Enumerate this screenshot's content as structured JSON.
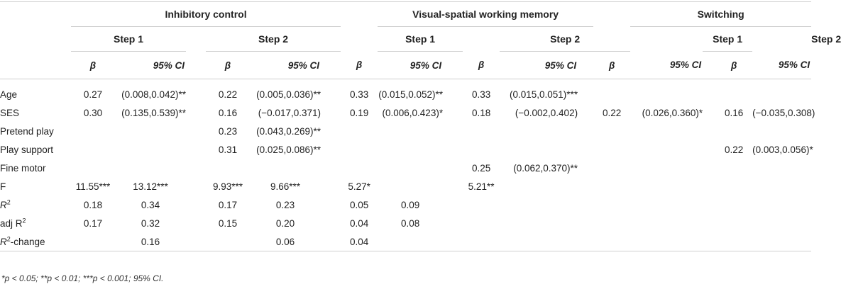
{
  "groups": {
    "inhibitory": "Inhibitory control",
    "vswm": "Visual-spatial working memory",
    "switching": "Switching"
  },
  "steps": {
    "s1": "Step 1",
    "s2": "Step 2"
  },
  "sub": {
    "beta": "β",
    "ci": "95% CI"
  },
  "rows": {
    "age": {
      "label": "Age",
      "ic1b": "0.27",
      "ic1c": "(0.008,0.042)**",
      "ic2b": "0.22",
      "ic2c": "(0.005,0.036)**",
      "vs1b": "0.33",
      "vs1c": "(0.015,0.052)**",
      "vs2b": "0.33",
      "vs2c": "(0.015,0.051)***"
    },
    "ses": {
      "label": "SES",
      "ic1b": "0.30",
      "ic1c": "(0.135,0.539)**",
      "ic2b": "0.16",
      "ic2c": "(−0.017,0.371)",
      "vs1b": "0.19",
      "vs1c": "(0.006,0.423)*",
      "vs2b": "0.18",
      "vs2c": "(−0.002,0.402)",
      "sw1b": "0.22",
      "sw1c": "(0.026,0.360)*",
      "sw2b": "0.16",
      "sw2c": "(−0.035,0.308)"
    },
    "pretend": {
      "label": "Pretend play",
      "ic2b": "0.23",
      "ic2c": "(0.043,0.269)**"
    },
    "support": {
      "label": "Play support",
      "ic2b": "0.31",
      "ic2c": "(0.025,0.086)**",
      "sw2b": "0.22",
      "sw2c": "(0.003,0.056)*"
    },
    "fine": {
      "label": "Fine motor",
      "vs2b": "0.25",
      "vs2c": "(0.062,0.370)**"
    },
    "f": {
      "label": "F",
      "v1": "11.55***",
      "v2": "13.12***",
      "v3": "9.93***",
      "v4": "9.66***",
      "v5": "5.27*",
      "v6": "5.21**"
    },
    "r2": {
      "label": "R",
      "sup": "2",
      "v1": "0.18",
      "v2": "0.34",
      "v3": "0.17",
      "v4": "0.23",
      "v5": "0.05",
      "v6": "0.09"
    },
    "adjr2": {
      "label": "adj R",
      "sup": "2",
      "v1": "0.17",
      "v2": "0.32",
      "v3": "0.15",
      "v4": "0.20",
      "v5": "0.04",
      "v6": "0.08"
    },
    "r2change": {
      "label": "R",
      "sup": "2",
      "suffix": "-change",
      "v1": "0.16",
      "v2": "0.06",
      "v3": "0.04"
    }
  },
  "footnote": "*p < 0.05; **p < 0.01; ***p < 0.001; 95% CI."
}
